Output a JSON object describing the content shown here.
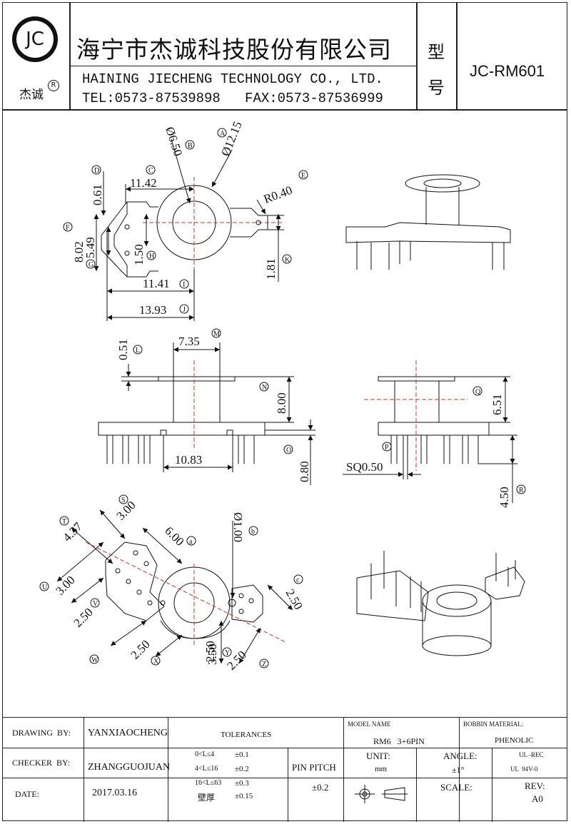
{
  "header": {
    "logo_text": "JC",
    "logo_sub": "杰诚",
    "registered_mark": "R",
    "company_cn": "海宁市杰诚科技股份有限公司",
    "company_en": "HAINING JIECHENG TECHNOLOGY CO., LTD.",
    "contact": "TEL:0573-87539898   FAX:0573-87536999",
    "type_label_1": "型",
    "type_label_2": "号",
    "model_code": "JC-RM601"
  },
  "top_view_dims": {
    "A": "Ø12.15",
    "B": "Ø6.50",
    "C": "11.42",
    "D": "0.61",
    "E": "R0.40",
    "F": "5.49",
    "G": "8.02",
    "H": "1.50",
    "I": "11.41",
    "J": "13.93",
    "K": "1.81",
    "lA": "A",
    "lB": "B",
    "lC": "C",
    "lD": "D",
    "lE": "E",
    "lF": "F",
    "lG": "G",
    "lH": "H",
    "lI": "I",
    "lJ": "J",
    "lK": "K"
  },
  "front_view_dims": {
    "L": "0.51",
    "M": "7.35",
    "N": "8.00",
    "O": "0.80",
    "W1083": "10.83",
    "lL": "L",
    "lM": "M",
    "lN": "N",
    "lO": "O"
  },
  "side_view_dims": {
    "Q": "6.51",
    "R": "4.50",
    "SQ": "SQ0.50",
    "lQ": "Q",
    "lP": "P",
    "lR": "R"
  },
  "bottom_view_dims": {
    "S": "3.00",
    "T": "4.37",
    "U": "3.00",
    "V": "2.50",
    "W": "2.50",
    "X": "2.50",
    "Y": "3.50",
    "Z": "2.50",
    "a": "6.00",
    "b": "Ø1.00",
    "c": "2.50",
    "lS": "S",
    "lT": "T",
    "lU": "U",
    "lV": "V",
    "lW": "W",
    "lX": "X",
    "lY": "Y",
    "lZ": "Z",
    "la": "a",
    "lb": "b",
    "lc": "c"
  },
  "title_block": {
    "drawing_by_label": "DRAWING  BY:",
    "drawing_by": "YANXIAOCHENG",
    "checker_by_label": "CHECKER  BY:",
    "checker_by": "ZHANGGUOJUAN",
    "date_label": "DATE:",
    "date": "2017.03.16",
    "tolerances_label": "TOLERANCES",
    "tol_rows": [
      {
        "range": "0<L≤4",
        "value": "±0.1"
      },
      {
        "range": "4<L≤16",
        "value": "±0.2"
      },
      {
        "range": "16<L≤63",
        "value": "±0.3"
      },
      {
        "range": "壁厚",
        "value": "±0.15"
      }
    ],
    "pin_pitch_label": "PIN PITCH",
    "pin_pitch": "±0.2",
    "model_name_label": "MODEL NAME",
    "model_name": "RM6   3+6PIN",
    "bobbin_material_label": "BOBBIN MATERIAL:",
    "bobbin_material": "PHENOLIC",
    "unit_label": "UNIT:",
    "unit": "mm",
    "angle_label": "ANGLE:",
    "angle": "±1°",
    "ul_1": "UL -REC",
    "ul_2": "UL  94V-0",
    "scale_label": "SCALE:",
    "rev_label": "REV:",
    "rev": "A0"
  }
}
